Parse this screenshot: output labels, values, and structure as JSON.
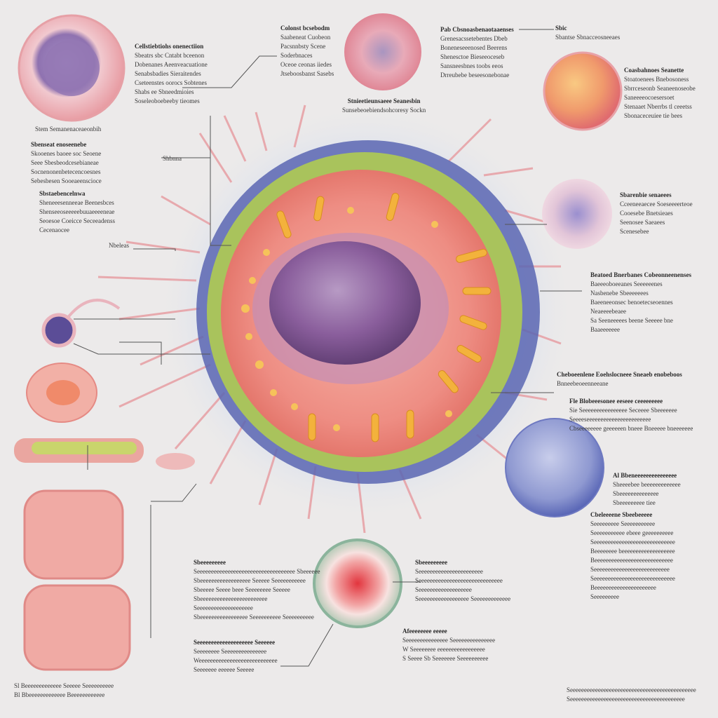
{
  "diagram": {
    "title": "",
    "note": "Illustration of a cell cross-section with surrounding component cells; all label text is illegible placeholder lettering."
  },
  "labels": {
    "tl_cell": {
      "title": "",
      "lines": [
        "Stem Semanenaceaeonbih"
      ]
    },
    "tl_block": {
      "title": "Cellstiebtiohs onenectiion",
      "lines": [
        "Sbeatrs sbc Cntabt bceenon",
        "Dobenanes Aeenveacuatione",
        "Senabsbadies Sieraitendes",
        "Cseteenstes oorocs Sobtenes",
        "Shabs ee Sbneedmioies",
        "Soseleoboebeeby tieomes"
      ]
    },
    "top_center": {
      "title": "Colonst bcsebodm",
      "lines": [
        "Saabeneat Cuobeon",
        "Pacsnnbsty Scene",
        "Soderbnaces",
        "Oceoe ceonas iiedes",
        "Jtseboosbanst Sasebs"
      ]
    },
    "top_cell_caption": {
      "title": "Stnieetieunsaeee Seanesbin",
      "lines": [
        "Sunsebeoebiendsohcoresy Sockn"
      ]
    },
    "top_right": {
      "title": "Pab Cbsnoasbenaotaaenses",
      "lines": [
        "Grenesacssetebentes Dbeb",
        "Boneneseeenosed Beerens",
        "Shenesctoe Bieseeoceseb",
        "Sansneesbnes toobs eeos",
        "Drreubebe beseesonebonae"
      ]
    },
    "far_tr": {
      "title": "Sbic",
      "lines": [
        "Sbantse Sbnacceosneeaes"
      ]
    },
    "right_1": {
      "title": "Coasbahnoes Seanette",
      "lines": [
        "Stoatoenees Bnebosoness",
        "Sbrrceseonb Seaneenoseobe",
        "Saneeeeocoesersoet",
        "Stenaaet Nberrbs tl ceeetss",
        "Sbonaceceuiee tie bees"
      ]
    },
    "left_2": {
      "title": "Sbenseat enoseenebe",
      "lines": [
        "Skooenes baoee soc Seoene",
        "Seee Sbesbeodcesebianeae",
        "Socnenonenbetecencoesnes",
        "Sebesbesen Sooeaeenscioce"
      ]
    },
    "stroma": {
      "title": "",
      "lines": [
        "Shbnna"
      ]
    },
    "left_3": {
      "title": "Sbstaebencelnwa",
      "lines": [
        "Sheneeesenneeae Beenesbces",
        "Shenseeoseeeeebuuaeeeeneae",
        "Seoesoe Coeicce Seceeadenss",
        "Cecenaocee"
      ]
    },
    "nucleus": {
      "title": "",
      "lines": [
        "Nbeleas"
      ]
    },
    "right_2": {
      "title": "Sbarenbie senaeees",
      "lines": [
        "Cceeneeaecee Soeseeeerteoe",
        "Cooesebe Bnetsieaes",
        "Seenosee Saeaees",
        "Scenesebee"
      ]
    },
    "right_3": {
      "title": "Beatoed Bnerbanes Cobeonneenenses",
      "lines": [
        "Baeeeoboeeanes Seeeeeenes",
        "Nasbenebe Sbeeeeeees",
        "Baeeneeonsec benoetecseoennes",
        "Neaeeeebeaee",
        "Sa Seeneeeees beene Seeeee bne",
        "Baaeeeeeee"
      ]
    },
    "right_4": {
      "title": "Cheboeenlene Eoehslocneee Sneaeb enobeboos",
      "lines": [
        "Bnneebeoeenneeane"
      ]
    },
    "right_5": {
      "title": "Fle Blobeeesonee eeseee ceeeeeeeee",
      "lines": [
        "Sie Seeeeeeeeeeeeeeee Seceeee Sbeeeeeee",
        "Seeeeseeeeeeeeeeeeeeeeeeeeeee",
        "Cbseeeeeeee geeeeeen bneee Bneeeee bneeeeeee"
      ]
    },
    "right_6": {
      "title": "Al Bbeneeeeeeeeeeeeeee",
      "lines": [
        "Sheeeebee beeeeeeeeeeeee",
        "Sbeeeeeeeeeeeeee",
        "Sbeeeeeeeee tiee"
      ]
    },
    "right_7": {
      "title": "Cbeleeeene Sbeebeeeee",
      "lines": [
        "Seeeeeeeee Seeeeeeeeeee",
        "Seeeeeeeeeee ebeee geeeeeeeeee",
        "Seeeeeeeeeeeeeeeeeeeeeeeeeeeee",
        "Beeeeeeee beeeeeeeeeeeeeeeeeee",
        "Beeeeeeeeeeeeeeeeeeeeeeeeeeee",
        "Seeeeeeeeeeeeeeeeeeeeeeeeeee",
        "Seeeeeeeeeeeeeeeeeeeeeeeeeeeee",
        "Beeeeeeeeeeeeeeeeeeeeee",
        "Seeeeeeeee"
      ]
    },
    "bottom_left": {
      "title": "Sbeeeeeeeee",
      "lines": [
        "Seeeeeeeeeeeeeeeeeeeeeeeeeeeeeeeeeee Sbeeeeee",
        "Sbeeeeeeeeeeeeeeeeee Seeeee Seeeeeeeeeee",
        "Sbeeeee Seeee beee Seeeeeeee Seeeee",
        "Sbeeeeeeeeeeeeeeeeeeeeeeee",
        "Seeeeeeeeeeeeeeeeeeee",
        "Sbeeeeeeeeeeeeeeeee Seeeeeeeeee Seeeeeeeeee"
      ]
    },
    "bottom_left_2": {
      "title": "Seeeeeeeeeeeeeeeeeeee Seeeeee",
      "lines": [
        "Seeeeeeee Seeeeeeeeeeeeeee",
        "Weeeeeeeeeeeeeeeeeeeeeeeeeeee",
        "Seeeeeee eeeeee Seeeee"
      ]
    },
    "bottom_center": {
      "title": "Sbeeeeeeeee",
      "lines": [
        "Seeeeeeeeeeeeeeeeeeeeeee",
        "Seeeeeeeeeeeeeeeeeeeeeeeeeeeeee",
        "Seeeeeeeeeeeeeeeeeee",
        "Seeeeeeeeeeeeeeeeee Seeeeeeeeeeeee"
      ]
    },
    "bottom_center_2": {
      "title": "Afeeeeeeee eeeee",
      "lines": [
        "Seeeeeeeeeeeeeee Seeeeeeeeeeeeeee",
        "W Seeeeeeee eeeeeeeeeeeeeeeee",
        "S Seeee Sb Seeeeeee Seeeeeeeeee"
      ]
    },
    "bottom_far_left": {
      "title": "",
      "lines": [
        "Sl Beeeeeeeeeeeee Seeeee Seeeeeeeeee",
        "Bl Bbeeeeeeeeeeeee Beeeeeeeeeeee"
      ]
    },
    "bottom_right": {
      "title": "",
      "lines": [
        "Seeeeeeeeeeeeeeeeeeeeeeeeeeeeeeeeeeeeeeeeeeeee",
        "Seeeeeeeeeeeeeeeeeeeeeeeeeeeeeeeeeeeeeeeee"
      ]
    }
  },
  "colors": {
    "background": "#eceaea",
    "membrane_outer": "#4a57a8",
    "membrane_green": "#a9c35c",
    "cytoplasm": "#ef8a84",
    "nucleus": "#8a5e9c",
    "organelle": "#f3b23c",
    "leader_line": "#555555"
  }
}
